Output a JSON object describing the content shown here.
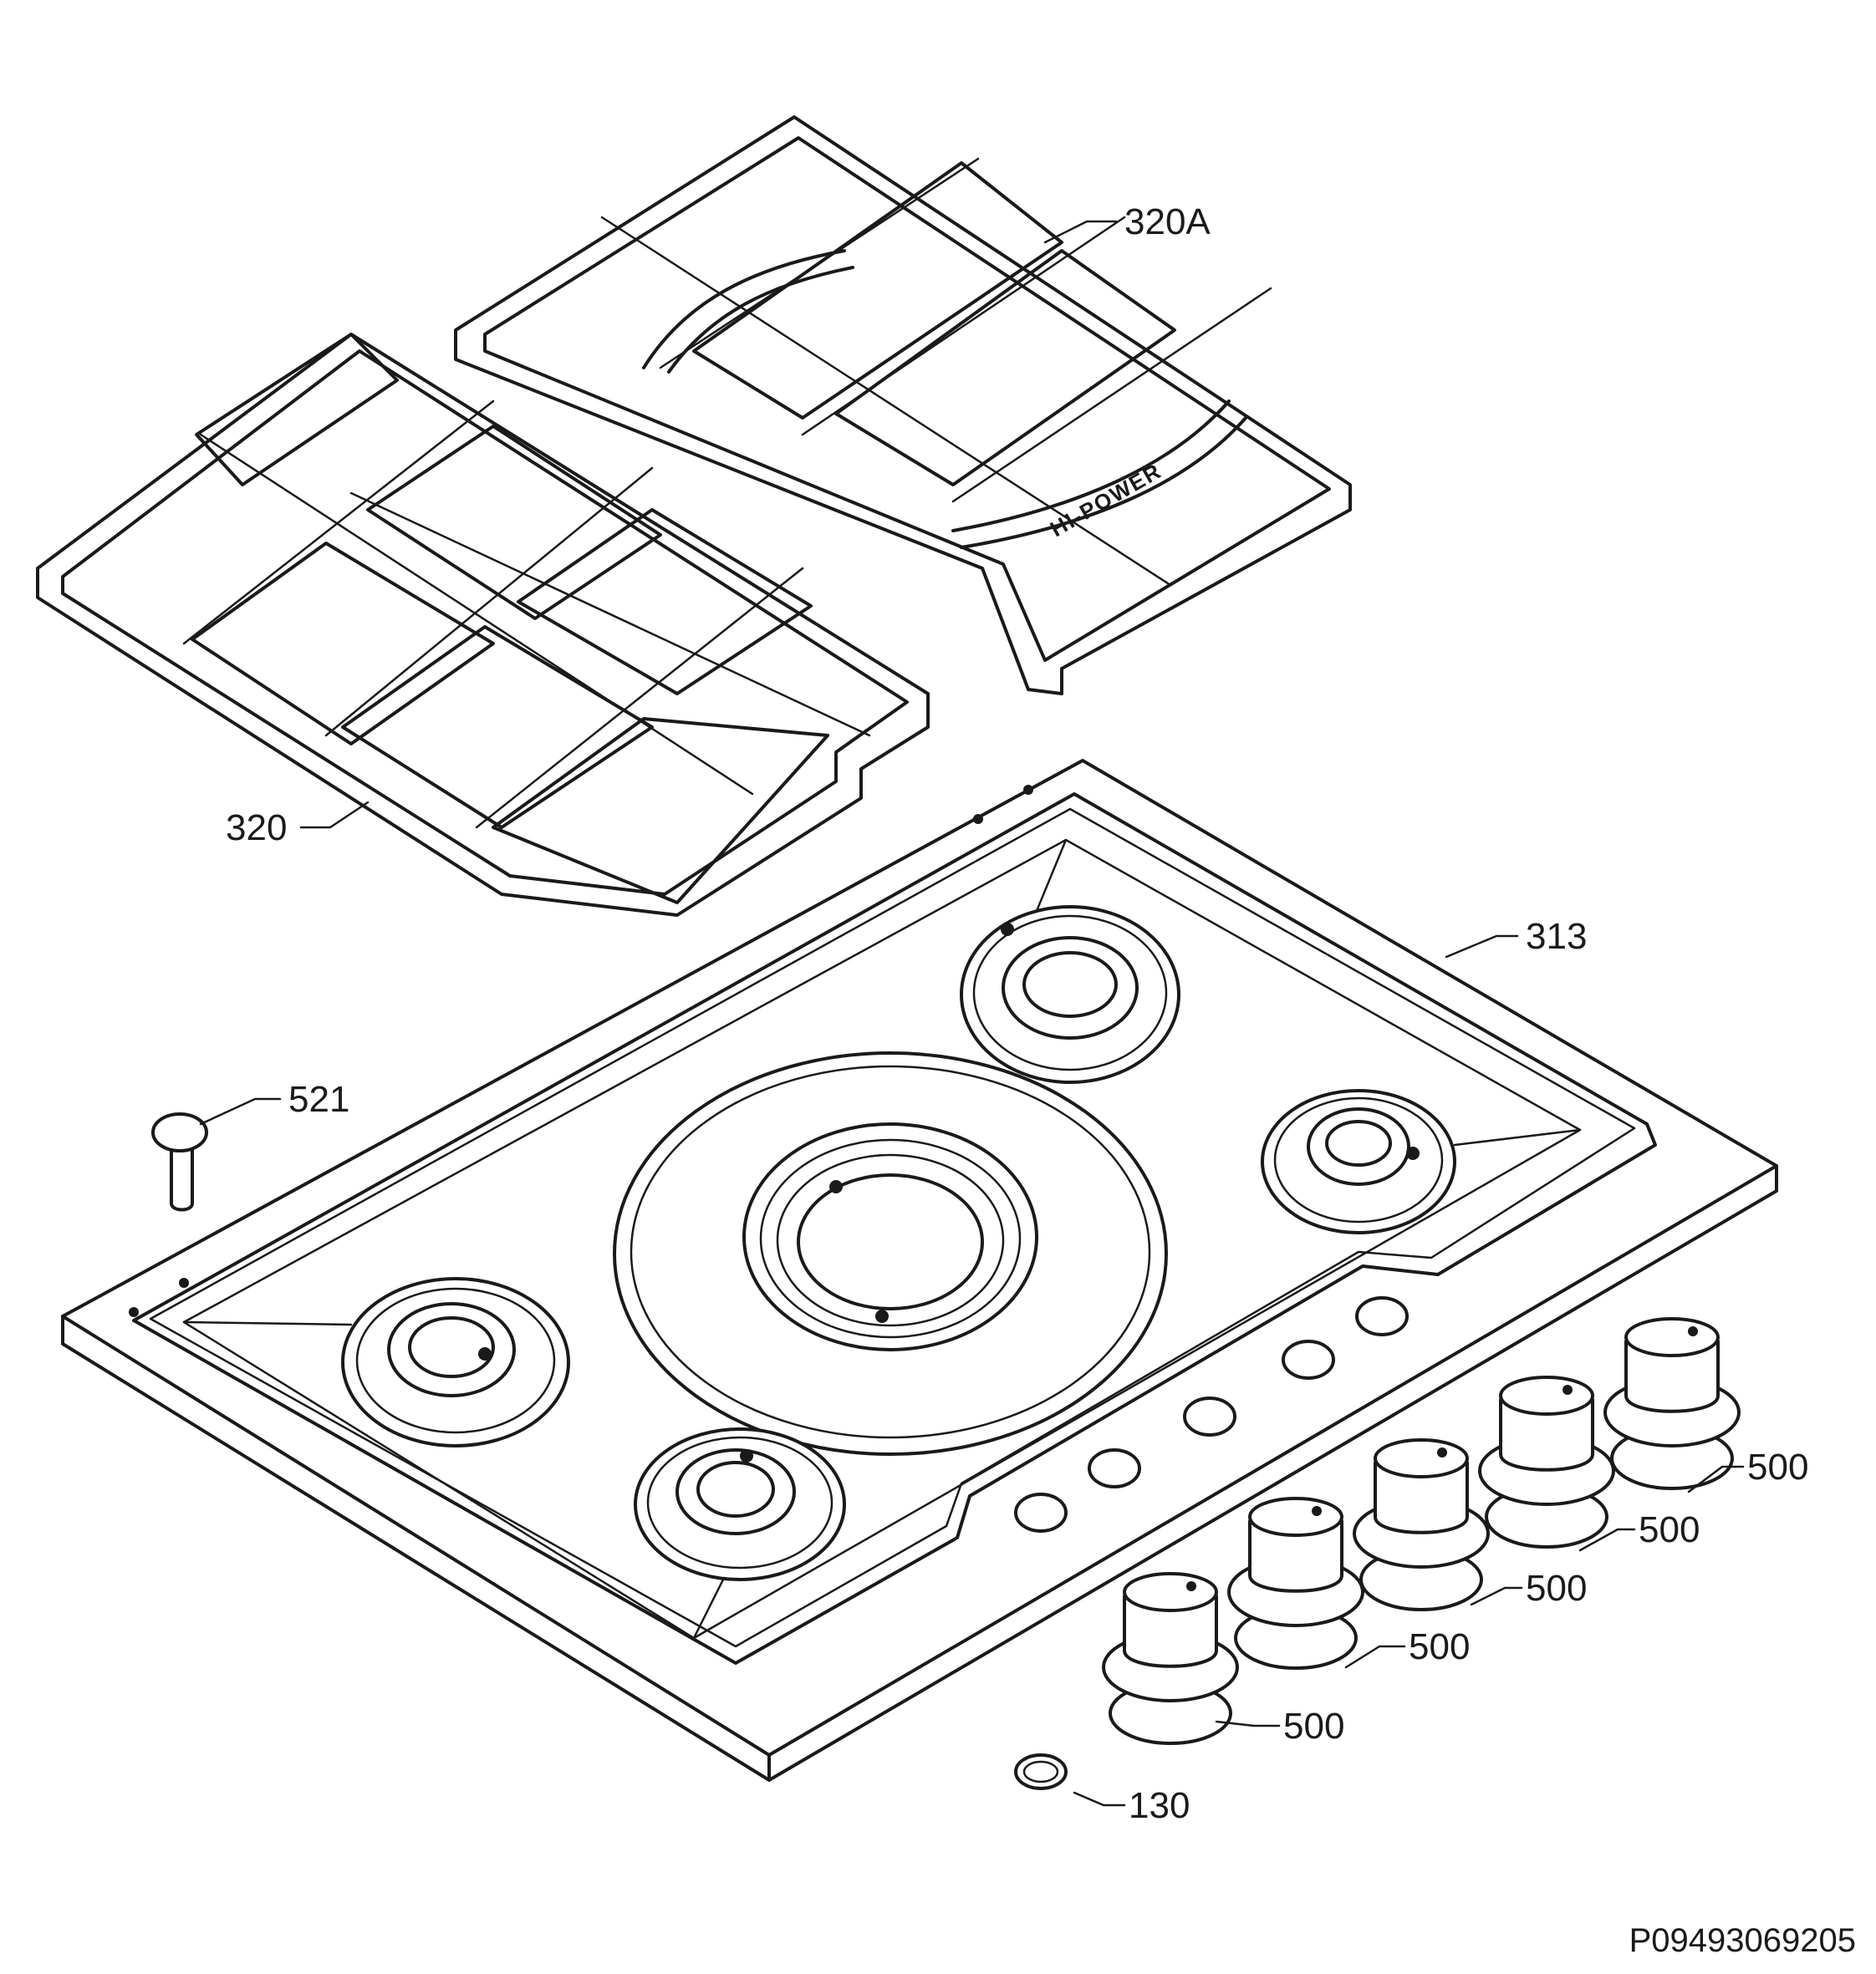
{
  "labels": {
    "grate_right": "320A",
    "grate_left": "320",
    "hob": "313",
    "knob_1": "500",
    "knob_2": "500",
    "knob_3": "500",
    "knob_4": "500",
    "knob_5": "500",
    "screw": "521",
    "ring": "130"
  },
  "emboss_text": "HI-POWER",
  "reference_code": "P09493069205",
  "colors": {
    "line": "#1a1a1a",
    "background": "#ffffff"
  }
}
